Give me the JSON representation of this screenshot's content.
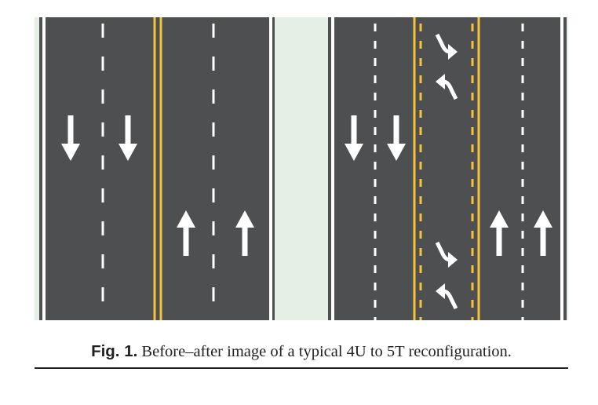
{
  "caption": {
    "label": "Fig. 1.",
    "text": "Before–after image of a typical 4U to 5T reconfiguration."
  },
  "colors": {
    "background_panel": "#e6efe6",
    "asphalt": "#4e4f51",
    "edge_line": "#ffffff",
    "lane_line": "#ffffff",
    "center_line": "#f5c33b",
    "arrow": "#ffffff"
  },
  "diagram": {
    "before": {
      "configuration": "4U",
      "lanes": [
        {
          "direction": "down",
          "marking": "through-arrow"
        },
        {
          "direction": "down",
          "marking": "through-arrow"
        },
        {
          "direction": "up",
          "marking": "through-arrow"
        },
        {
          "direction": "up",
          "marking": "through-arrow"
        }
      ],
      "center": "double-solid-yellow"
    },
    "after": {
      "configuration": "5T",
      "lanes": [
        {
          "direction": "down",
          "marking": "through-arrow"
        },
        {
          "direction": "down",
          "marking": "through-arrow"
        },
        {
          "direction": "both",
          "marking": "two-way-left-turn-arrows"
        },
        {
          "direction": "up",
          "marking": "through-arrow"
        },
        {
          "direction": "up",
          "marking": "through-arrow"
        }
      ],
      "center": "two-way-left-turn-lane"
    }
  }
}
